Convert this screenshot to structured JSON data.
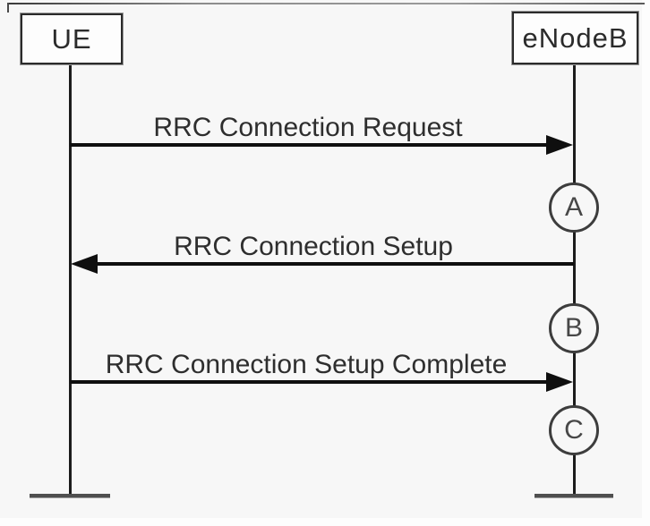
{
  "diagram": {
    "type": "sequence-diagram",
    "actors": [
      {
        "id": "ue",
        "label": "UE"
      },
      {
        "id": "enodeb",
        "label": "eNodeB"
      }
    ],
    "messages": [
      {
        "label": "RRC Connection Request",
        "from": "UE",
        "to": "eNodeB",
        "direction": "right"
      },
      {
        "label": "RRC Connection Setup",
        "from": "eNodeB",
        "to": "UE",
        "direction": "left"
      },
      {
        "label": "RRC Connection Setup Complete",
        "from": "UE",
        "to": "eNodeB",
        "direction": "right"
      }
    ],
    "markers": [
      {
        "label": "A"
      },
      {
        "label": "B"
      },
      {
        "label": "C"
      }
    ],
    "colors": {
      "background": "#f7f7f7",
      "line": "#0f0f0f",
      "text": "#2e2e2e",
      "termination_bar": "#4f4f4f",
      "marker_border": "#3d3d3d"
    }
  }
}
